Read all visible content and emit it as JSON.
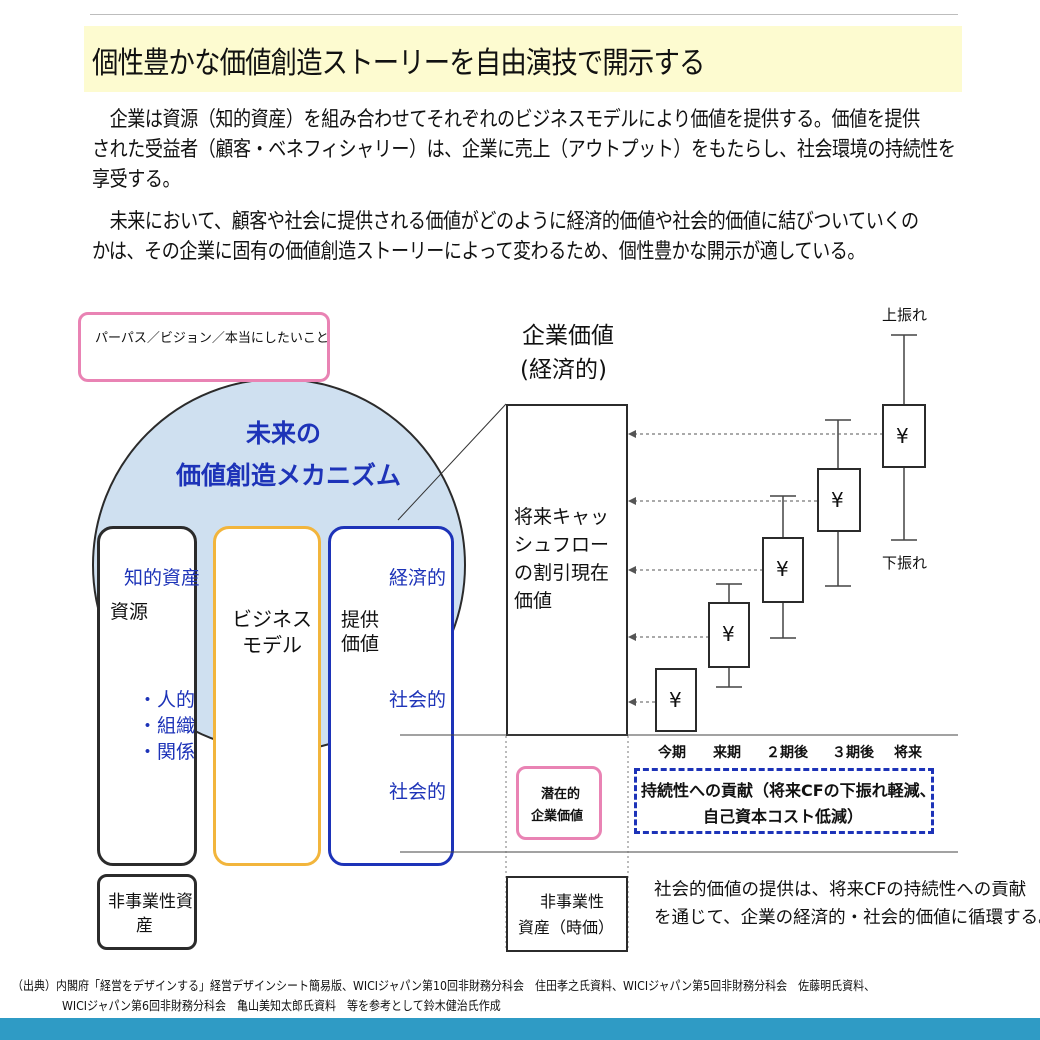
{
  "title": "個性豊かな価値創造ストーリーを自由演技で開示する",
  "paragraphs": [
    "　企業は資源（知的資産）を組み合わせてそれぞれのビジネスモデルにより価値を提供する。価値を提供",
    "された受益者（顧客・ベネフィシャリー）は、企業に売上（アウトプット）をもたらし、社会環境の持続性を",
    "享受する。",
    "　未来において、顧客や社会に提供される価値がどのように経済的価値や社会的価値に結びついていくの",
    "かは、その企業に固有の価値創造ストーリーによって変わるため、個性豊かな開示が適している。"
  ],
  "diagram": {
    "purpose_box": "パーパス／ビジョン／本当にしたいこと",
    "circle_title_1": "未来の",
    "circle_title_2": "価値創造メカニズム",
    "resources": {
      "intellectual": "知的資産",
      "label": "資源",
      "items": [
        "・人的",
        "・組織",
        "・関係"
      ]
    },
    "business_model_1": "ビジネス",
    "business_model_2": "モデル",
    "value": {
      "label_1": "提供",
      "label_2": "価値",
      "economic": "経済的",
      "social": "社会的",
      "social_lower": "社会的"
    },
    "non_business_left_1": "非事業性資",
    "non_business_left_2": "産",
    "corporate_value_1": "企業価値",
    "corporate_value_2": "(経済的)",
    "dcf": [
      "将来キャッ",
      "シュフロー",
      "の割引現在",
      "価値"
    ],
    "latent_1": "潜在的",
    "latent_2": "企業価値",
    "non_business_right_1": "非事業性",
    "non_business_right_2": "資産（時価）",
    "upside": "上振れ",
    "downside": "下振れ",
    "yen": "¥",
    "periods": [
      "今期",
      "来期",
      "２期後",
      "３期後",
      "将来"
    ],
    "sustainability_1": "持続性への貢献（将来CFの下振れ軽減、",
    "sustainability_2": "自己資本コスト低減）",
    "note_1": "社会的価値の提供は、将来CFの持続性への貢献",
    "note_2": "を通じて、企業の経済的・社会的価値に循環する。"
  },
  "source": [
    "（出典）内閣府「経営をデザインする」経営デザインシート簡易版、WICIジャパン第10回非財務分科会　住田孝之氏資料、WICIジャパン第5回非財務分科会　佐藤明氏資料、",
    "WICIジャパン第6回非財務分科会　亀山美知太郎氏資料　等を参考として鈴木健治氏作成"
  ],
  "colors": {
    "title_bg": "#fdfbd0",
    "circle": "#cfe0f0",
    "blue": "#1d33b8",
    "orange": "#f2b53c",
    "pink": "#e983b4",
    "bar": "#2f9bc5"
  }
}
